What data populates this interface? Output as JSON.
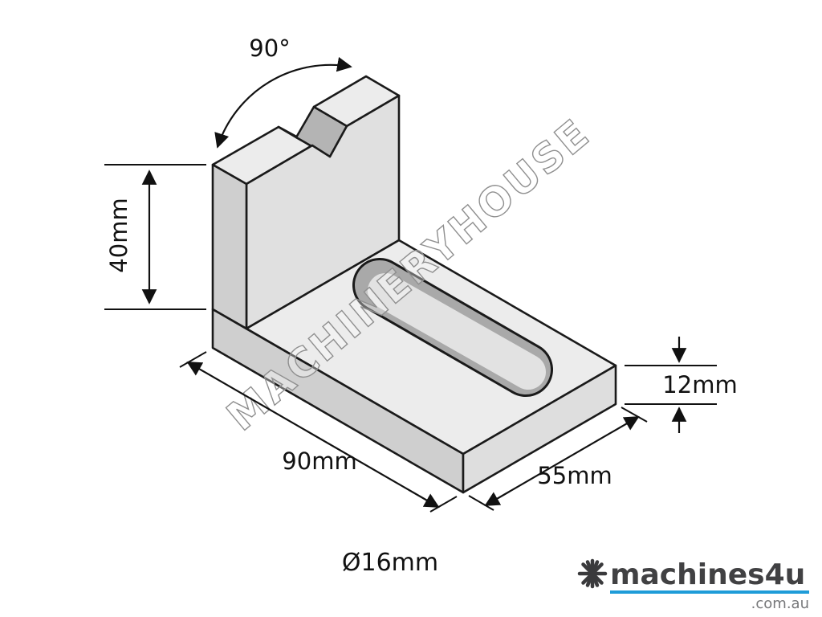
{
  "page": {
    "background": "#ffffff"
  },
  "drawing": {
    "part": "slotted-angle-plate",
    "watermark": "MACHINERYHOUSE",
    "dimensions": {
      "angle": "90°",
      "height": "40mm",
      "thickness": "12mm",
      "length": "90mm",
      "width": "55mm",
      "slot_diameter": "Ø16mm"
    }
  },
  "branding": {
    "logo_text": "machines4u",
    "logo_domain": ".com.au",
    "underline_color": "#1f9cd8"
  }
}
